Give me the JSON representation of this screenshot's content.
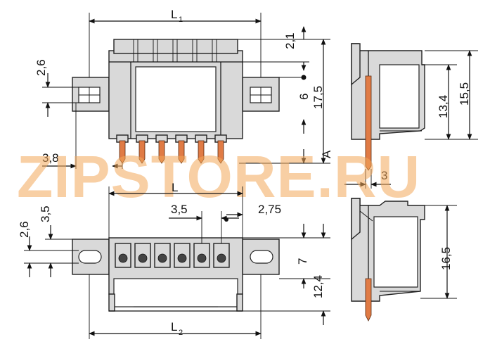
{
  "watermark": {
    "text": "ZIPSTORE.RU"
  },
  "dimensions": {
    "top_L1": "L",
    "top_L1_sub": "1",
    "top_2_1": "2,1",
    "top_2_6": "2,6",
    "top_6": "6",
    "top_17_5": "17,5",
    "top_3_8": "3,8",
    "top_A": "A",
    "side_13_4": "13,4",
    "side_15_5": "15,5",
    "side_3": "3",
    "bot_L": "L",
    "bot_3_5_top": "3,5",
    "bot_2_75": "2,75",
    "bot_2_6": "2,6",
    "bot_3_5_left": "3,5",
    "bot_7": "7",
    "bot_12_4": "12,4",
    "bot_L2": "L",
    "bot_L2_sub": "2",
    "side_16_5": "16,5"
  },
  "colors": {
    "housing": "#d9d9d9",
    "pin": "#e07b45",
    "watermark": "#f3a85a"
  }
}
